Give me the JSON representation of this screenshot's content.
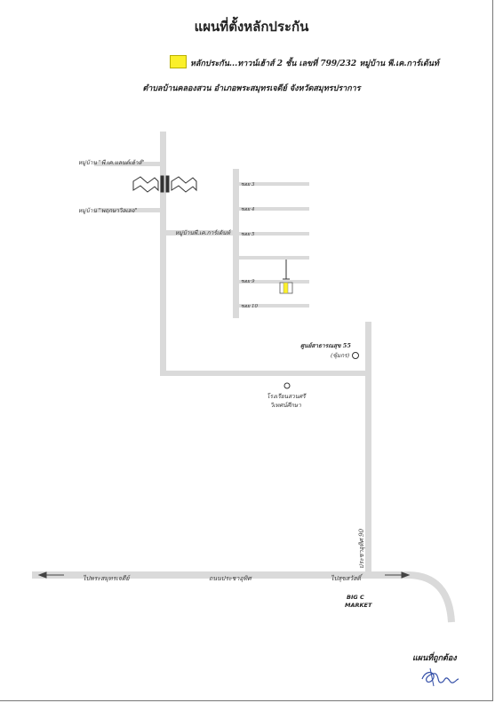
{
  "title": "แผนที่ตั้งหลักประกัน",
  "legend": {
    "text": "หลักประกัน...ทาวน์เฮ้าส์ 2 ชั้น  เลขที่ 799/232  หมู่บ้าน พี.เค.การ์เด้นท์",
    "swatch_color": "#fbf02a"
  },
  "location_line": "ตำบลบ้านคลองสวน  อำเภอพระสมุทรเจดีย์  จังหวัดสมุทรปราการ",
  "village_labels": {
    "pk_land": "หมู่บ้าน \"พี.เค.แลนด์เฮ้าส์\"",
    "prakan": "หมู่บ้าน \"พฤกษาวิลเลจ\"",
    "pk_garden": "หมู่บ้านพี.เค.การ์เด้นท์"
  },
  "sois": [
    {
      "label": "ซอย 3"
    },
    {
      "label": "ซอย 4"
    },
    {
      "label": "ซอย 5"
    },
    {
      "label": ""
    },
    {
      "label": "ซอย 9"
    },
    {
      "label": "ซอย 10"
    }
  ],
  "landmarks": {
    "health_center": "ศูนย์สาธารณสุข 55",
    "health_center_sub": "(ซุ้มกร)",
    "school_line1": "โรงเรียนสวนศรี",
    "school_line2": "วิเทศน์ศึกษา"
  },
  "roads": {
    "main_road": "ถนนประชาอุทิศ",
    "left_dir": "ไปพระสมุทรเจดีย์",
    "right_dir": "ไปสุขสวัสดิ์",
    "vertical_road": "ประชาอุทิศ 90"
  },
  "big_c": {
    "line1": "BIG C",
    "line2": "MARKET"
  },
  "signature": {
    "text": "แผนที่ถูกต้อง"
  },
  "colors": {
    "road": "#dadada",
    "marker": "#fbf02a"
  }
}
